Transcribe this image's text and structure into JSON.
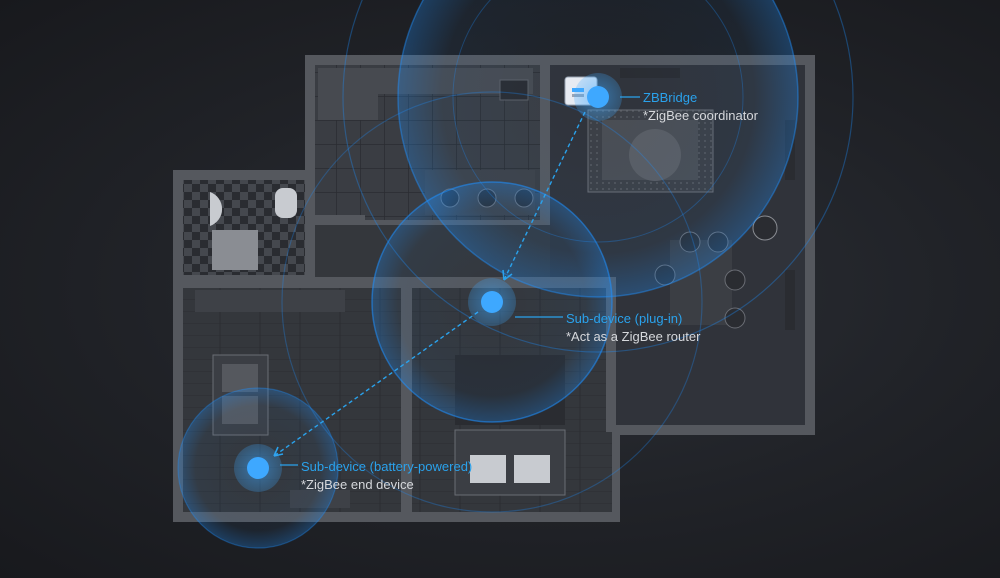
{
  "nodes": [
    {
      "id": "zbbridge",
      "title": "ZBBridge",
      "subtitle": "*ZigBee coordinator"
    },
    {
      "id": "plugin",
      "title": "Sub-device (plug-in)",
      "subtitle": "*Act as a ZigBee router"
    },
    {
      "id": "battery",
      "title": "Sub-device (battery-powered)",
      "subtitle": "*ZigBee end device"
    }
  ],
  "colors": {
    "accent": "#2aa2ec",
    "node_fill": "#3ea8ff",
    "sub_text": "#d6d8dc",
    "wall": "#55585e",
    "floor": "#2f3237",
    "background": "#202227"
  }
}
